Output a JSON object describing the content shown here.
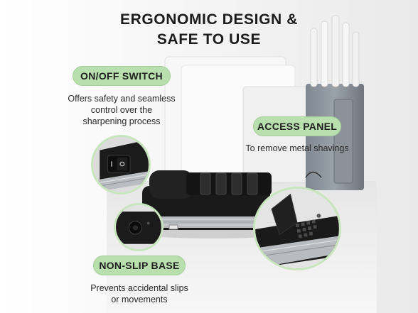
{
  "headline": {
    "line1": "ERGONOMIC DESIGN &",
    "line2": "SAFE TO USE"
  },
  "features": [
    {
      "label": "ON/OFF SWITCH",
      "description_lines": [
        "Offers safety and seamless",
        "control over the",
        "sharpening process"
      ]
    },
    {
      "label": "ACCESS PANEL",
      "description_lines": [
        "To remove metal shavings"
      ]
    },
    {
      "label": "NON-SLIP BASE",
      "description_lines": [
        "Prevents accidental slips",
        "or movements"
      ]
    }
  ],
  "colors": {
    "pill_fill": "#b9dfae",
    "zoom_ring": "#c8e6bd",
    "product_body": "#1a1a1a"
  }
}
